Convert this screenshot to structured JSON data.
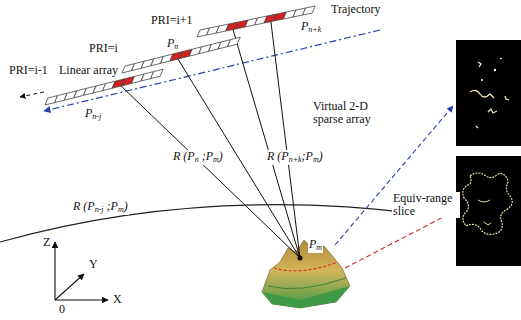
{
  "diagram": {
    "labels": [
      "Trajectory",
      "PRI=i+1",
      "Pn+k",
      "PRI=i",
      "Pn",
      "PRI=i-1",
      "Linear array",
      "Virtual 2-D sparse array",
      "Pn-j",
      "R (Pn ;Pm)",
      "R (Pn+k;Pm)",
      "Equiv-range slice",
      "R (Pn-j ;Pm)",
      "Z",
      "Y",
      "Pm",
      "0",
      "X"
    ]
  }
}
